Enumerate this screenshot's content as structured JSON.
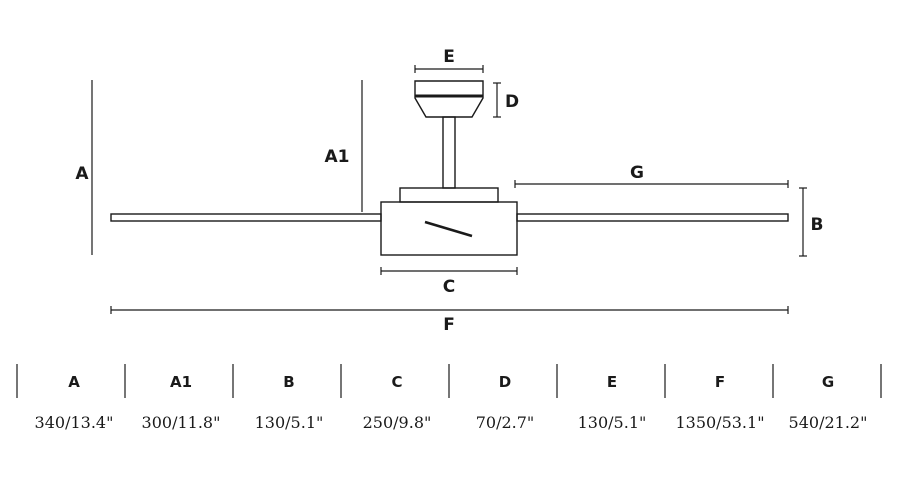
{
  "diagram_labels": {
    "A": "A",
    "A1": "A1",
    "B": "B",
    "C": "C",
    "D": "D",
    "E": "E",
    "F": "F",
    "G": "G"
  },
  "dimensions_table": [
    {
      "header": "A",
      "value": "340/13.4\""
    },
    {
      "header": "A1",
      "value": "300/11.8\""
    },
    {
      "header": "B",
      "value": "130/5.1\""
    },
    {
      "header": "C",
      "value": "250/9.8\""
    },
    {
      "header": "D",
      "value": "70/2.7\""
    },
    {
      "header": "E",
      "value": "130/5.1\""
    },
    {
      "header": "F",
      "value": "1350/53.1\""
    },
    {
      "header": "G",
      "value": "540/21.2\""
    }
  ]
}
